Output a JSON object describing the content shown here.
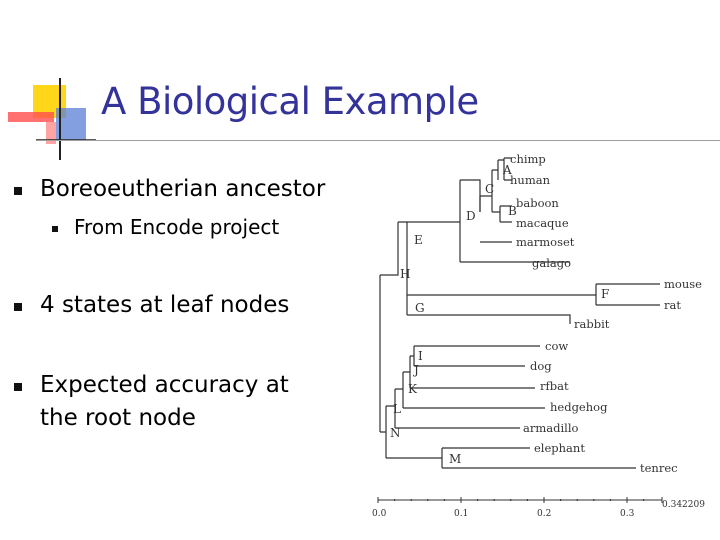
{
  "slide": {
    "title": "A Biological Example",
    "bullets": [
      {
        "text": "Boreoeutherian ancestor",
        "subbullets": [
          "From Encode project"
        ]
      },
      {
        "text": "4 states at leaf nodes"
      },
      {
        "text_lines": [
          "Expected accuracy at",
          "the root node"
        ]
      }
    ]
  },
  "tree": {
    "leaves": [
      "chimp",
      "human",
      "baboon",
      "macaque",
      "marmoset",
      "galago",
      "mouse",
      "rat",
      "rabbit",
      "cow",
      "dog",
      "rfbat",
      "hedgehog",
      "armadillo",
      "elephant",
      "tenrec"
    ],
    "internal_nodes": [
      "A",
      "B",
      "C",
      "D",
      "E",
      "F",
      "G",
      "H",
      "I",
      "J",
      "K",
      "L",
      "M",
      "N"
    ],
    "scale_ticks": [
      "0.0",
      "0.1",
      "0.2",
      "0.3"
    ],
    "scale_end_label": "0.342209"
  },
  "colors": {
    "title": "#333399",
    "logo_yellow": "#ffcc00",
    "logo_red": "#ff3333",
    "logo_blue": "#3366cc"
  }
}
